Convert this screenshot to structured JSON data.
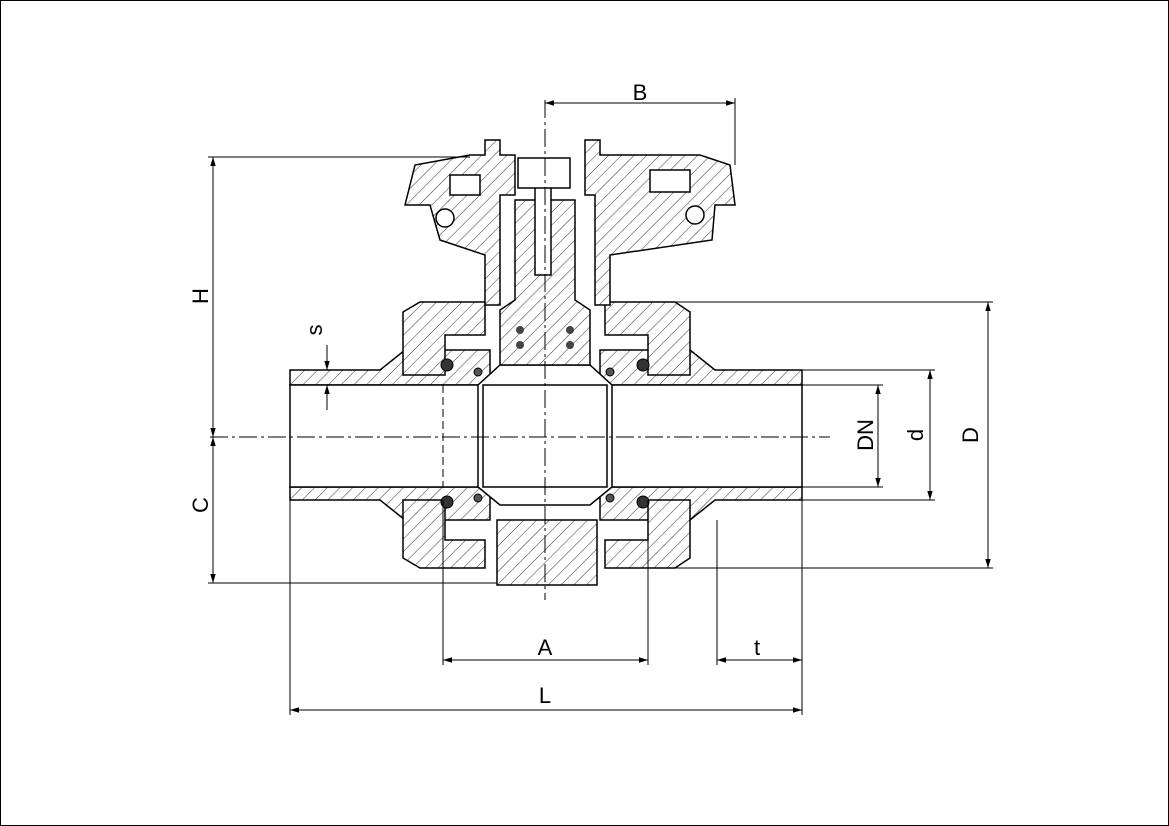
{
  "drawing": {
    "title": "Ball valve cross-section with dimensions",
    "dimensions": {
      "B": "B",
      "H": "H",
      "s": "s",
      "C": "C",
      "A": "A",
      "L": "L",
      "t": "t",
      "DN": "DN",
      "d": "d",
      "D": "D"
    }
  }
}
